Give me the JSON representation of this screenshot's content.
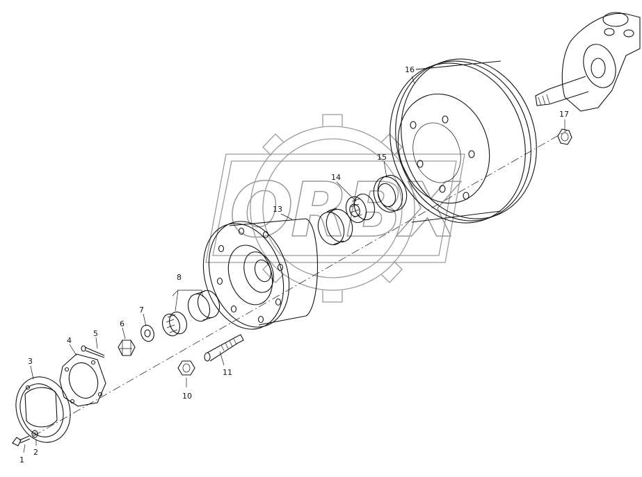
{
  "watermark": {
    "text": "ORBX"
  },
  "callouts": [
    {
      "id": "1",
      "label": "1"
    },
    {
      "id": "2",
      "label": "2"
    },
    {
      "id": "3",
      "label": "3"
    },
    {
      "id": "4",
      "label": "4"
    },
    {
      "id": "5",
      "label": "5"
    },
    {
      "id": "6",
      "label": "6"
    },
    {
      "id": "7",
      "label": "7"
    },
    {
      "id": "8",
      "label": "8"
    },
    {
      "id": "10",
      "label": "10"
    },
    {
      "id": "11",
      "label": "11"
    },
    {
      "id": "13",
      "label": "13"
    },
    {
      "id": "14",
      "label": "14"
    },
    {
      "id": "15",
      "label": "15"
    },
    {
      "id": "16",
      "label": "16"
    },
    {
      "id": "17",
      "label": "17"
    }
  ]
}
